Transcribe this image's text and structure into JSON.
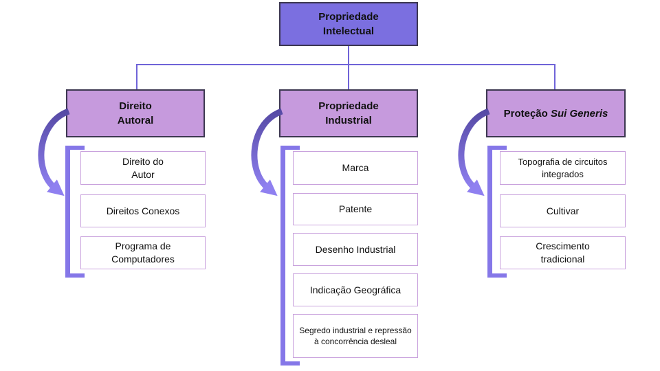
{
  "diagram": {
    "root": {
      "label": "Propriedade\nIntelectual"
    },
    "branches": [
      {
        "title": "Direito\nAutoral",
        "items": [
          "Direito do\nAutor",
          "Direitos Conexos",
          "Programa de\nComputadores"
        ]
      },
      {
        "title": "Propriedade\nIndustrial",
        "items": [
          "Marca",
          "Patente",
          "Desenho Industrial",
          "Indicação Geográfica",
          "Segredo industrial e repressão à concorrência desleal"
        ]
      },
      {
        "title_prefix": "Proteção ",
        "title_italic": "Sui Generis",
        "items": [
          "Topografia de circuitos integrados",
          "Cultivar",
          "Crescimento\ntradicional"
        ]
      }
    ]
  },
  "colors": {
    "background": "#ffffff",
    "text": "#111111",
    "root-fill": "#7b6fe0",
    "header-fill": "#c69add",
    "box-border-dark": "#3c3750",
    "item-border": "#c9a2dd",
    "connector": "#6f63d8",
    "bracket": "#8577e8",
    "arrow-dark": "#564aa5",
    "arrow-light": "#8f80f0"
  }
}
